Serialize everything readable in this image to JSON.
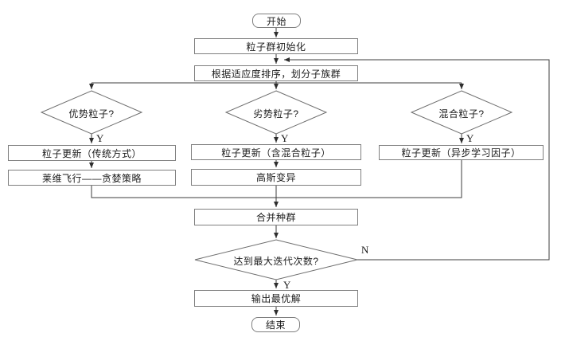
{
  "flowchart": {
    "palette": {
      "background": "#ffffff",
      "line": "#3d3d3d",
      "box_border": "#7f7f7f",
      "box_fill": "#ffffff",
      "text": "#1c1c1c"
    },
    "nodes": {
      "start": {
        "label": "开始"
      },
      "init": {
        "label": "粒子群初始化"
      },
      "sort": {
        "label": "根据适应度排序，划分子族群"
      },
      "d_superior": {
        "label": "优势粒子?"
      },
      "d_inferior": {
        "label": "劣势粒子?"
      },
      "d_mixed": {
        "label": "混合粒子?"
      },
      "upd_trad": {
        "label": "粒子更新（传统方式）"
      },
      "levy": {
        "label": "莱维飞行——贪婪策略"
      },
      "upd_mixed": {
        "label": "粒子更新（含混合粒子）"
      },
      "gauss": {
        "label": "高斯变异"
      },
      "upd_async": {
        "label": "粒子更新（异步学习因子）"
      },
      "merge": {
        "label": "合并种群"
      },
      "d_maxiter": {
        "label": "达到最大迭代次数?"
      },
      "output": {
        "label": "输出最优解"
      },
      "end": {
        "label": "结束"
      }
    },
    "edge_labels": {
      "y_superior": "Y",
      "y_inferior": "Y",
      "y_mixed": "Y",
      "y_maxiter": "Y",
      "n_maxiter": "N"
    },
    "edges": [
      {
        "from": "start",
        "to": "init"
      },
      {
        "from": "init",
        "to": "sort"
      },
      {
        "from": "sort",
        "to": "d_superior"
      },
      {
        "from": "sort",
        "to": "d_inferior"
      },
      {
        "from": "sort",
        "to": "d_mixed"
      },
      {
        "from": "d_superior",
        "to": "upd_trad",
        "label": "Y"
      },
      {
        "from": "upd_trad",
        "to": "levy"
      },
      {
        "from": "levy",
        "to": "merge"
      },
      {
        "from": "d_inferior",
        "to": "upd_mixed",
        "label": "Y"
      },
      {
        "from": "upd_mixed",
        "to": "gauss"
      },
      {
        "from": "gauss",
        "to": "merge"
      },
      {
        "from": "d_mixed",
        "to": "upd_async",
        "label": "Y"
      },
      {
        "from": "upd_async",
        "to": "merge"
      },
      {
        "from": "merge",
        "to": "d_maxiter"
      },
      {
        "from": "d_maxiter",
        "to": "output",
        "label": "Y"
      },
      {
        "from": "d_maxiter",
        "to": "sort",
        "label": "N"
      },
      {
        "from": "output",
        "to": "end"
      }
    ]
  }
}
